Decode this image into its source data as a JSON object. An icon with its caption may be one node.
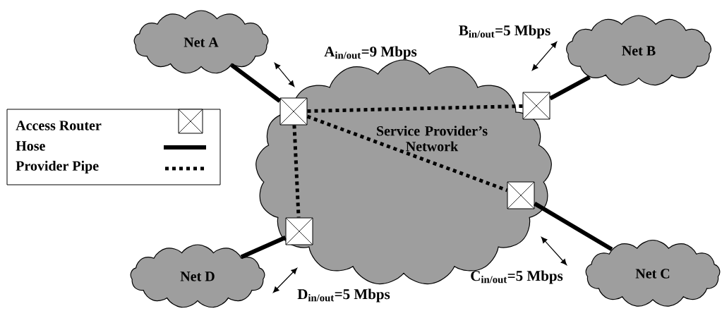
{
  "diagram": {
    "nodes": [
      {
        "text": [
          "Service Provider’s Network"
        ]
      },
      {
        "text": [
          "Net A"
        ]
      },
      {
        "text": [
          "Net B"
        ]
      },
      {
        "text": [
          "Net C"
        ]
      },
      {
        "text": [
          "Net D"
        ]
      },
      {
        "text": [],
        "shape": "box",
        "in": 0
      },
      {
        "text": [],
        "shape": "box",
        "in": 0
      },
      {
        "text": [],
        "shape": "box",
        "in": 0
      },
      {
        "text": [],
        "shape": "box",
        "in": 0
      }
    ],
    "edges": [
      {
        "from": 1,
        "to": 5,
        "arrow": "none"
      },
      {
        "from": 2,
        "to": 6,
        "arrow": "none"
      },
      {
        "from": 3,
        "to": 7,
        "arrow": "none"
      },
      {
        "from": 4,
        "to": 8,
        "arrow": "none"
      },
      {
        "from": 5,
        "to": 6,
        "arrow": "none",
        "style": "dashed"
      },
      {
        "from": 5,
        "to": 7,
        "arrow": "none",
        "style": "dashed"
      },
      {
        "from": 5,
        "to": 8,
        "arrow": "none",
        "style": "dashed"
      }
    ],
    "labels": [
      "A$_{in/out}$=9 Mbps",
      "B$_{in/out}$=5 Mbps",
      "C$_{in/out}$=5 Mbps",
      "D$_{in/out}$=5 Mbps"
    ],
    "legend": [
      {
        "text": "Access Router"
      },
      {
        "text": "Hose"
      },
      {
        "text": "Provider Pipe"
      }
    ]
  }
}
